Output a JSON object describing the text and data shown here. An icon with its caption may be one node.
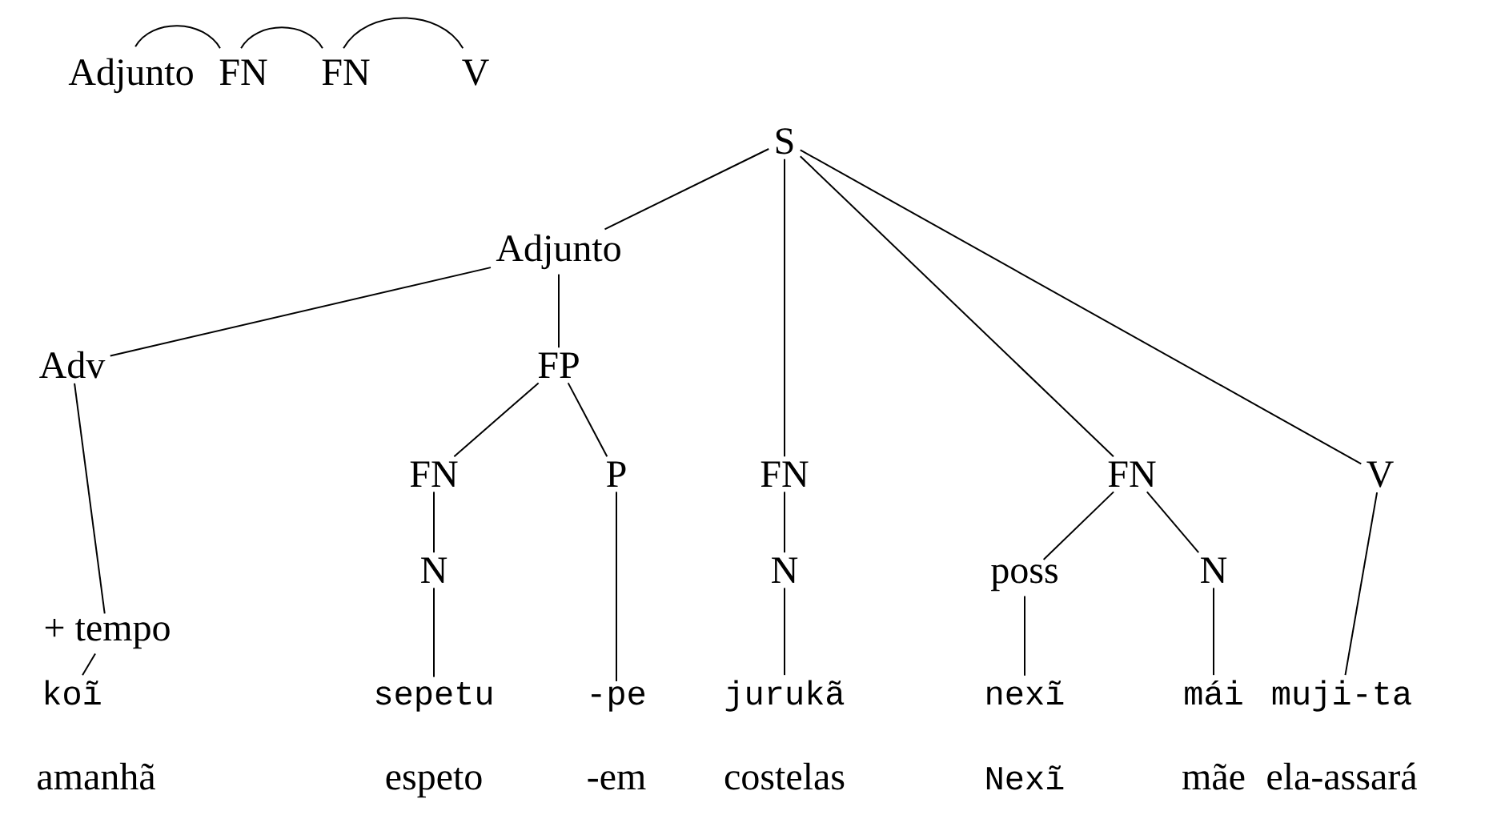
{
  "diagram": {
    "nodes": [
      {
        "text": [
          "Adjunto"
        ]
      },
      {
        "text": [
          "FN"
        ]
      },
      {
        "text": [
          "FN"
        ]
      },
      {
        "text": [
          "V"
        ]
      },
      {
        "text": [
          "S"
        ]
      },
      {
        "text": [
          "Adjunto"
        ]
      },
      {
        "text": [
          "Adv"
        ]
      },
      {
        "text": [
          "FP"
        ]
      },
      {
        "text": [
          "FN"
        ]
      },
      {
        "text": [
          "P"
        ]
      },
      {
        "text": [
          "FN"
        ]
      },
      {
        "text": [
          "FN"
        ]
      },
      {
        "text": [
          "V"
        ]
      },
      {
        "text": [
          "N"
        ]
      },
      {
        "text": [
          "N"
        ]
      },
      {
        "text": [
          "poss"
        ]
      },
      {
        "text": [
          "N"
        ]
      },
      {
        "text": [
          "+ tempo"
        ]
      },
      {
        "text": [
          "koĩ"
        ]
      },
      {
        "text": [
          "sepetu"
        ]
      },
      {
        "text": [
          "-pe"
        ]
      },
      {
        "text": [
          "jurukã"
        ]
      },
      {
        "text": [
          "nexĩ"
        ]
      },
      {
        "text": [
          "mái"
        ]
      },
      {
        "text": [
          "muji-ta"
        ]
      }
    ],
    "edges": [
      {
        "from": 0,
        "to": 1,
        "arrow": "none"
      },
      {
        "from": 1,
        "to": 2,
        "arrow": "none"
      },
      {
        "from": 2,
        "to": 3,
        "arrow": "none"
      },
      {
        "from": 4,
        "to": 5,
        "arrow": "none"
      },
      {
        "from": 4,
        "to": 10,
        "arrow": "none"
      },
      {
        "from": 4,
        "to": 11,
        "arrow": "none"
      },
      {
        "from": 4,
        "to": 12,
        "arrow": "none"
      },
      {
        "from": 5,
        "to": 6,
        "arrow": "none"
      },
      {
        "from": 5,
        "to": 7,
        "arrow": "none"
      },
      {
        "from": 7,
        "to": 8,
        "arrow": "none"
      },
      {
        "from": 7,
        "to": 9,
        "arrow": "none"
      },
      {
        "from": 8,
        "to": 13,
        "arrow": "none"
      },
      {
        "from": 10,
        "to": 14,
        "arrow": "none"
      },
      {
        "from": 11,
        "to": 15,
        "arrow": "none"
      },
      {
        "from": 11,
        "to": 16,
        "arrow": "none"
      },
      {
        "from": 6,
        "to": 17,
        "arrow": "none"
      },
      {
        "from": 17,
        "to": 18,
        "arrow": "none"
      },
      {
        "from": 13,
        "to": 19,
        "arrow": "none"
      },
      {
        "from": 9,
        "to": 20,
        "arrow": "none"
      },
      {
        "from": 14,
        "to": 21,
        "arrow": "none"
      },
      {
        "from": 15,
        "to": 22,
        "arrow": "none"
      },
      {
        "from": 16,
        "to": 23,
        "arrow": "none"
      },
      {
        "from": 12,
        "to": 24,
        "arrow": "none"
      }
    ],
    "labels": [
      "amanhã",
      "espeto",
      "-em",
      "costelas",
      "Nexĩ",
      "mãe",
      "ela-assará"
    ]
  }
}
